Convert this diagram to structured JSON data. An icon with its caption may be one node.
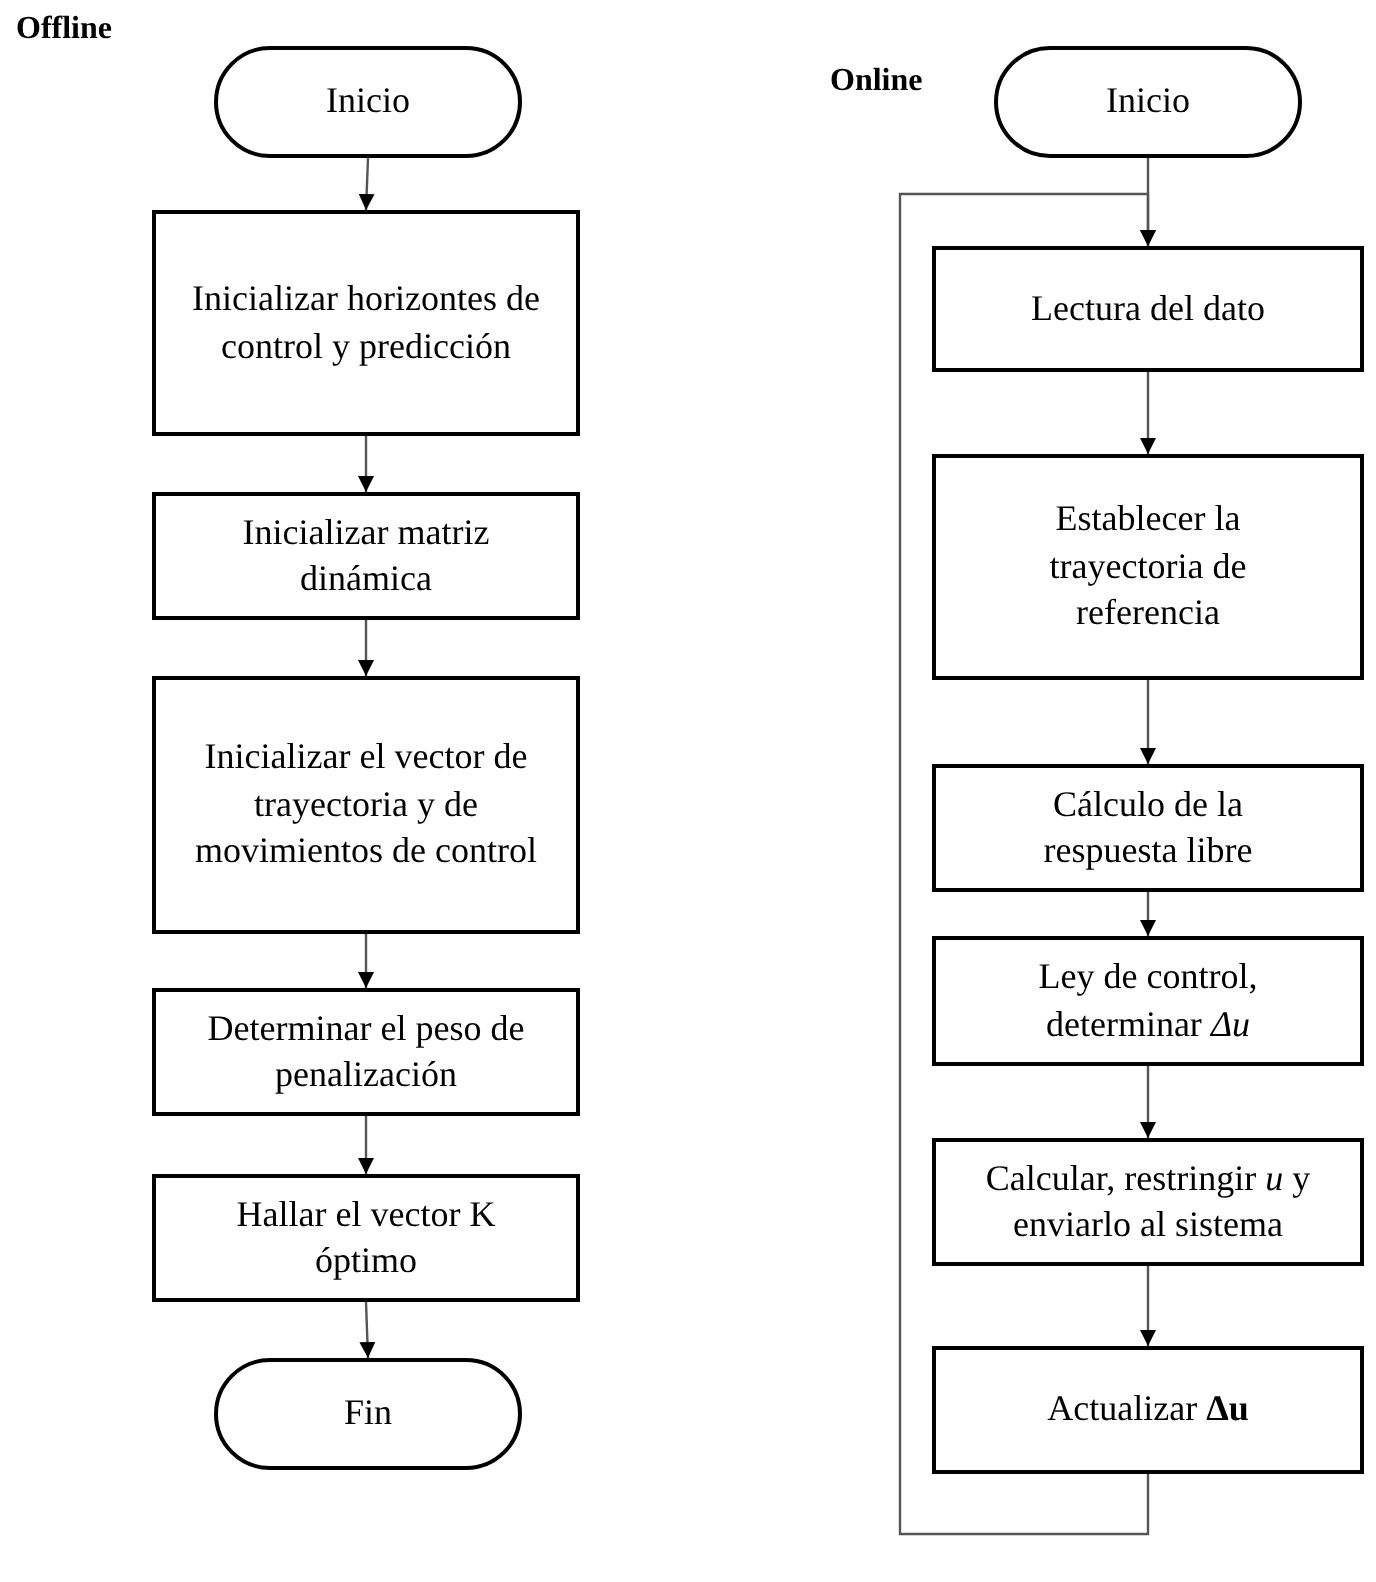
{
  "diagram": {
    "nodes": [
      {
        "text": [
          "Inicio"
        ]
      },
      {
        "text": [
          "Inicializar horizontes de control y predicción"
        ]
      },
      {
        "text": [
          "Inicializar matriz dinámica"
        ]
      },
      {
        "text": [
          "Inicializar el vector de trayectoria y de movimientos de control"
        ]
      },
      {
        "text": [
          "Determinar el peso de penalización"
        ]
      },
      {
        "text": [
          "Hallar el vector K óptimo"
        ]
      },
      {
        "text": [
          "Fin"
        ]
      },
      {
        "text": [
          "Inicio"
        ]
      },
      {
        "text": [
          "Lectura del dato"
        ]
      },
      {
        "text": [
          "Establecer la trayectoria de referencia"
        ]
      },
      {
        "text": [
          "Cálculo de la respuesta libre"
        ]
      },
      {
        "text": [
          "Ley de control, determinar *Δu*"
        ]
      },
      {
        "text": [
          "Calcular, restringir *u* y enviarlo al sistema"
        ]
      },
      {
        "text": [
          "Actualizar **Δu**"
        ]
      }
    ],
    "edges": [
      {
        "from": 0,
        "to": 1,
        "arrow": "to"
      },
      {
        "from": 1,
        "to": 2,
        "arrow": "to"
      },
      {
        "from": 2,
        "to": 3,
        "arrow": "to"
      },
      {
        "from": 3,
        "to": 4,
        "arrow": "to"
      },
      {
        "from": 4,
        "to": 5,
        "arrow": "to"
      },
      {
        "from": 5,
        "to": 6,
        "arrow": "to"
      },
      {
        "from": 7,
        "to": 8,
        "arrow": "to"
      },
      {
        "from": 8,
        "to": 9,
        "arrow": "to"
      },
      {
        "from": 9,
        "to": 10,
        "arrow": "to"
      },
      {
        "from": 10,
        "to": 11,
        "arrow": "to"
      },
      {
        "from": 11,
        "to": 12,
        "arrow": "to"
      },
      {
        "from": 12,
        "to": 13,
        "arrow": "to"
      },
      {
        "from": 13,
        "to": 8,
        "arrow": "to"
      }
    ],
    "labels": [
      "Offline",
      "Online"
    ]
  }
}
